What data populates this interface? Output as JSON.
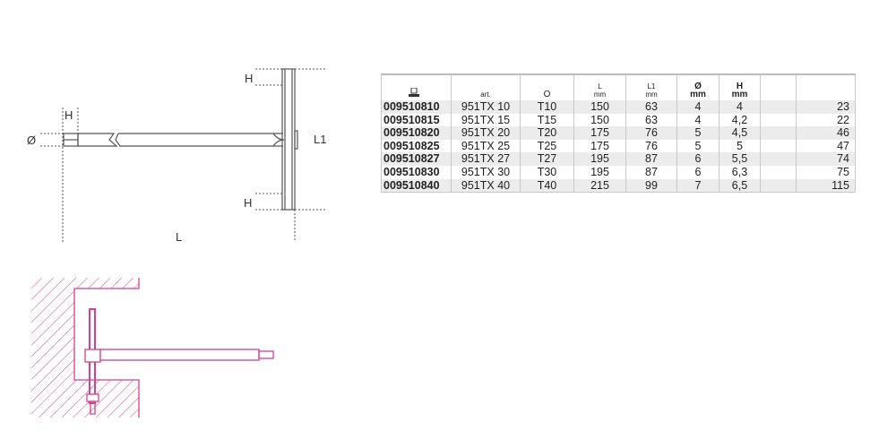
{
  "drawing": {
    "label_h_top": "H",
    "label_h_bottom": "H",
    "label_h_tip": "H",
    "label_diameter": "Ø",
    "label_l1": "L1",
    "label_l": "L"
  },
  "table": {
    "headers": {
      "code_icon": "package-icon",
      "art": "art.",
      "tip": "O",
      "L": "L",
      "L_unit": "mm",
      "L1": "L1",
      "L1_unit": "mm",
      "diam": "Ø",
      "diam_unit": "mm",
      "H": "H",
      "H_unit": "mm",
      "blank": "",
      "weight": ""
    },
    "rows": [
      {
        "code": "009510810",
        "art": "951TX 10",
        "tip": "T10",
        "L": "150",
        "L1": "63",
        "diam": "4",
        "H": "4",
        "weight": "23"
      },
      {
        "code": "009510815",
        "art": "951TX 15",
        "tip": "T15",
        "L": "150",
        "L1": "63",
        "diam": "4",
        "H": "4,2",
        "weight": "22"
      },
      {
        "code": "009510820",
        "art": "951TX 20",
        "tip": "T20",
        "L": "175",
        "L1": "76",
        "diam": "5",
        "H": "4,5",
        "weight": "46"
      },
      {
        "code": "009510825",
        "art": "951TX 25",
        "tip": "T25",
        "L": "175",
        "L1": "76",
        "diam": "5",
        "H": "5",
        "weight": "47"
      },
      {
        "code": "009510827",
        "art": "951TX 27",
        "tip": "T27",
        "L": "195",
        "L1": "87",
        "diam": "6",
        "H": "5,5",
        "weight": "74"
      },
      {
        "code": "009510830",
        "art": "951TX 30",
        "tip": "T30",
        "L": "195",
        "L1": "87",
        "diam": "6",
        "H": "6,3",
        "weight": "75"
      },
      {
        "code": "009510840",
        "art": "951TX 40",
        "tip": "T40",
        "L": "215",
        "L1": "99",
        "diam": "7",
        "H": "6,5",
        "weight": "115"
      }
    ]
  },
  "colors": {
    "usage": "#d6408a",
    "line": "#555555"
  }
}
